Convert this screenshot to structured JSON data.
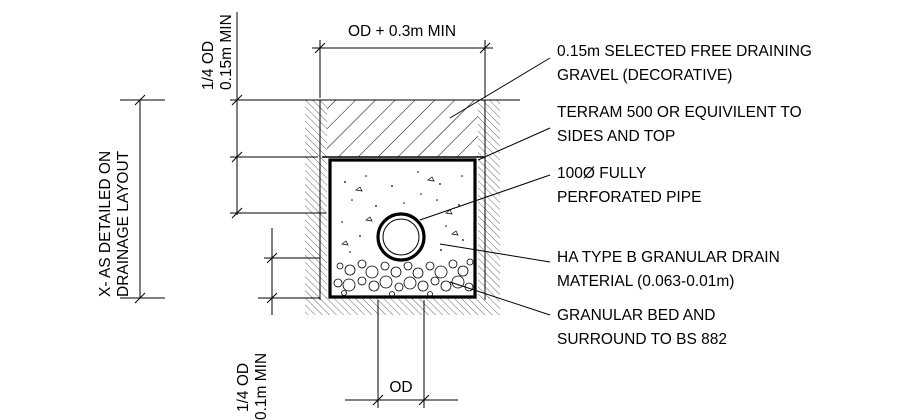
{
  "dimensions": {
    "top_width": "OD + 0.3m MIN",
    "top_cover_1": "1/4 OD",
    "top_cover_2": "0.15m MIN",
    "side_1": "X- AS DETAILED ON",
    "side_2": "DRAINAGE LAYOUT",
    "bed_1": "1/4 OD",
    "bed_2": "0.1m MIN",
    "pipe_od": "OD"
  },
  "labels": [
    {
      "line1": "0.15m SELECTED FREE DRAINING",
      "line2": "GRAVEL (DECORATIVE)"
    },
    {
      "line1": "TERRAM 500 OR EQUIVILENT TO",
      "line2": "SIDES AND TOP"
    },
    {
      "line1": "100Ø FULLY",
      "line2": "PERFORATED PIPE"
    },
    {
      "line1": "HA TYPE B GRANULAR  DRAIN",
      "line2": "MATERIAL (0.063-0.01m)"
    },
    {
      "line1": "GRANULAR BED AND",
      "line2": "SURROUND TO BS 882"
    }
  ]
}
